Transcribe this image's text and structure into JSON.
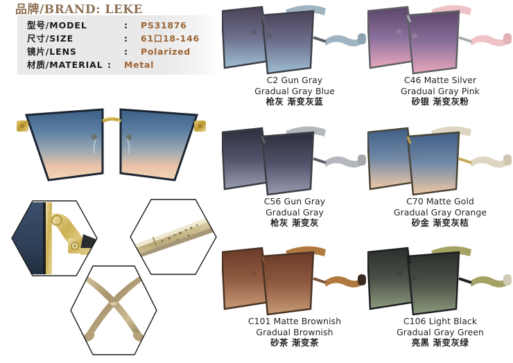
{
  "brand": {
    "title": "品牌/BRAND: LEKE"
  },
  "specs": [
    {
      "label": "型号/MODEL",
      "colon": ":",
      "value": "PS31876"
    },
    {
      "label": "尺寸/SIZE",
      "colon": ":",
      "value": "61口18-146"
    },
    {
      "label": "镜片/LENS",
      "colon": ":",
      "value": "Polarized"
    },
    {
      "label": "材质/MATERIAL",
      "colon": ":",
      "value": "Metal"
    }
  ],
  "hero": {
    "name": "hero-sunglasses-front-view",
    "lens_top_color": "#4a6e96",
    "lens_bottom_color": "#f3cfae",
    "frame_color": "#c9a227"
  },
  "detail_panels": [
    {
      "name": "hinge-detail",
      "caption": ""
    },
    {
      "name": "temple-detail",
      "caption": ""
    },
    {
      "name": "crossed-temples-detail",
      "caption": ""
    }
  ],
  "products": [
    {
      "code": "C2",
      "line1": "C2 Gun Gray",
      "line2": "Gradual Gray Blue",
      "cn": "枪灰 渐变灰蓝",
      "lens_top": "#4b4258",
      "lens_mid": "#6d6f8c",
      "lens_bottom": "#9fc0d4",
      "frame": "#5a5f66",
      "temple": "#9fb3c1"
    },
    {
      "code": "C46",
      "line1": "C46 Matte Silver",
      "line2": "Gradual Gray Pink",
      "cn": "砂银 渐变灰粉",
      "lens_top": "#5a4668",
      "lens_mid": "#8a6f9c",
      "lens_bottom": "#e9a8bd",
      "frame": "#a9adb2",
      "temple": "#eec2c6"
    },
    {
      "code": "C56",
      "line1": "C56 Gun Gray",
      "line2": "Gradual Gray",
      "cn": "枪灰 渐变灰",
      "lens_top": "#2d2f3d",
      "lens_mid": "#50526a",
      "lens_bottom": "#9a9cb0",
      "frame": "#5c6066",
      "temple": "#b4b8bc"
    },
    {
      "code": "C70",
      "line1": "C70 Matte Gold",
      "line2": "Gradual Gray Orange",
      "cn": "砂金 渐变灰桔",
      "lens_top": "#3f5e86",
      "lens_mid": "#6e87a6",
      "lens_bottom": "#f0c9a6",
      "frame": "#c5a859",
      "temple": "#ded6c2"
    },
    {
      "code": "C101",
      "line1": "C101 Matte Brownish",
      "line2": "Gradual Brownish",
      "cn": "砂茶 渐变茶",
      "lens_top": "#6a3a28",
      "lens_mid": "#8e5a40",
      "lens_bottom": "#c79a76",
      "frame": "#7a5236",
      "temple": "#b0793f"
    },
    {
      "code": "C106",
      "line1": "C106 Light Black",
      "line2": "Gradual Gray Green",
      "cn": "亮黑 渐变灰绿",
      "lens_top": "#2b2f2c",
      "lens_mid": "#4a5148",
      "lens_bottom": "#8d9a7d",
      "frame": "#1e1f21",
      "temple": "#a4a264"
    }
  ]
}
